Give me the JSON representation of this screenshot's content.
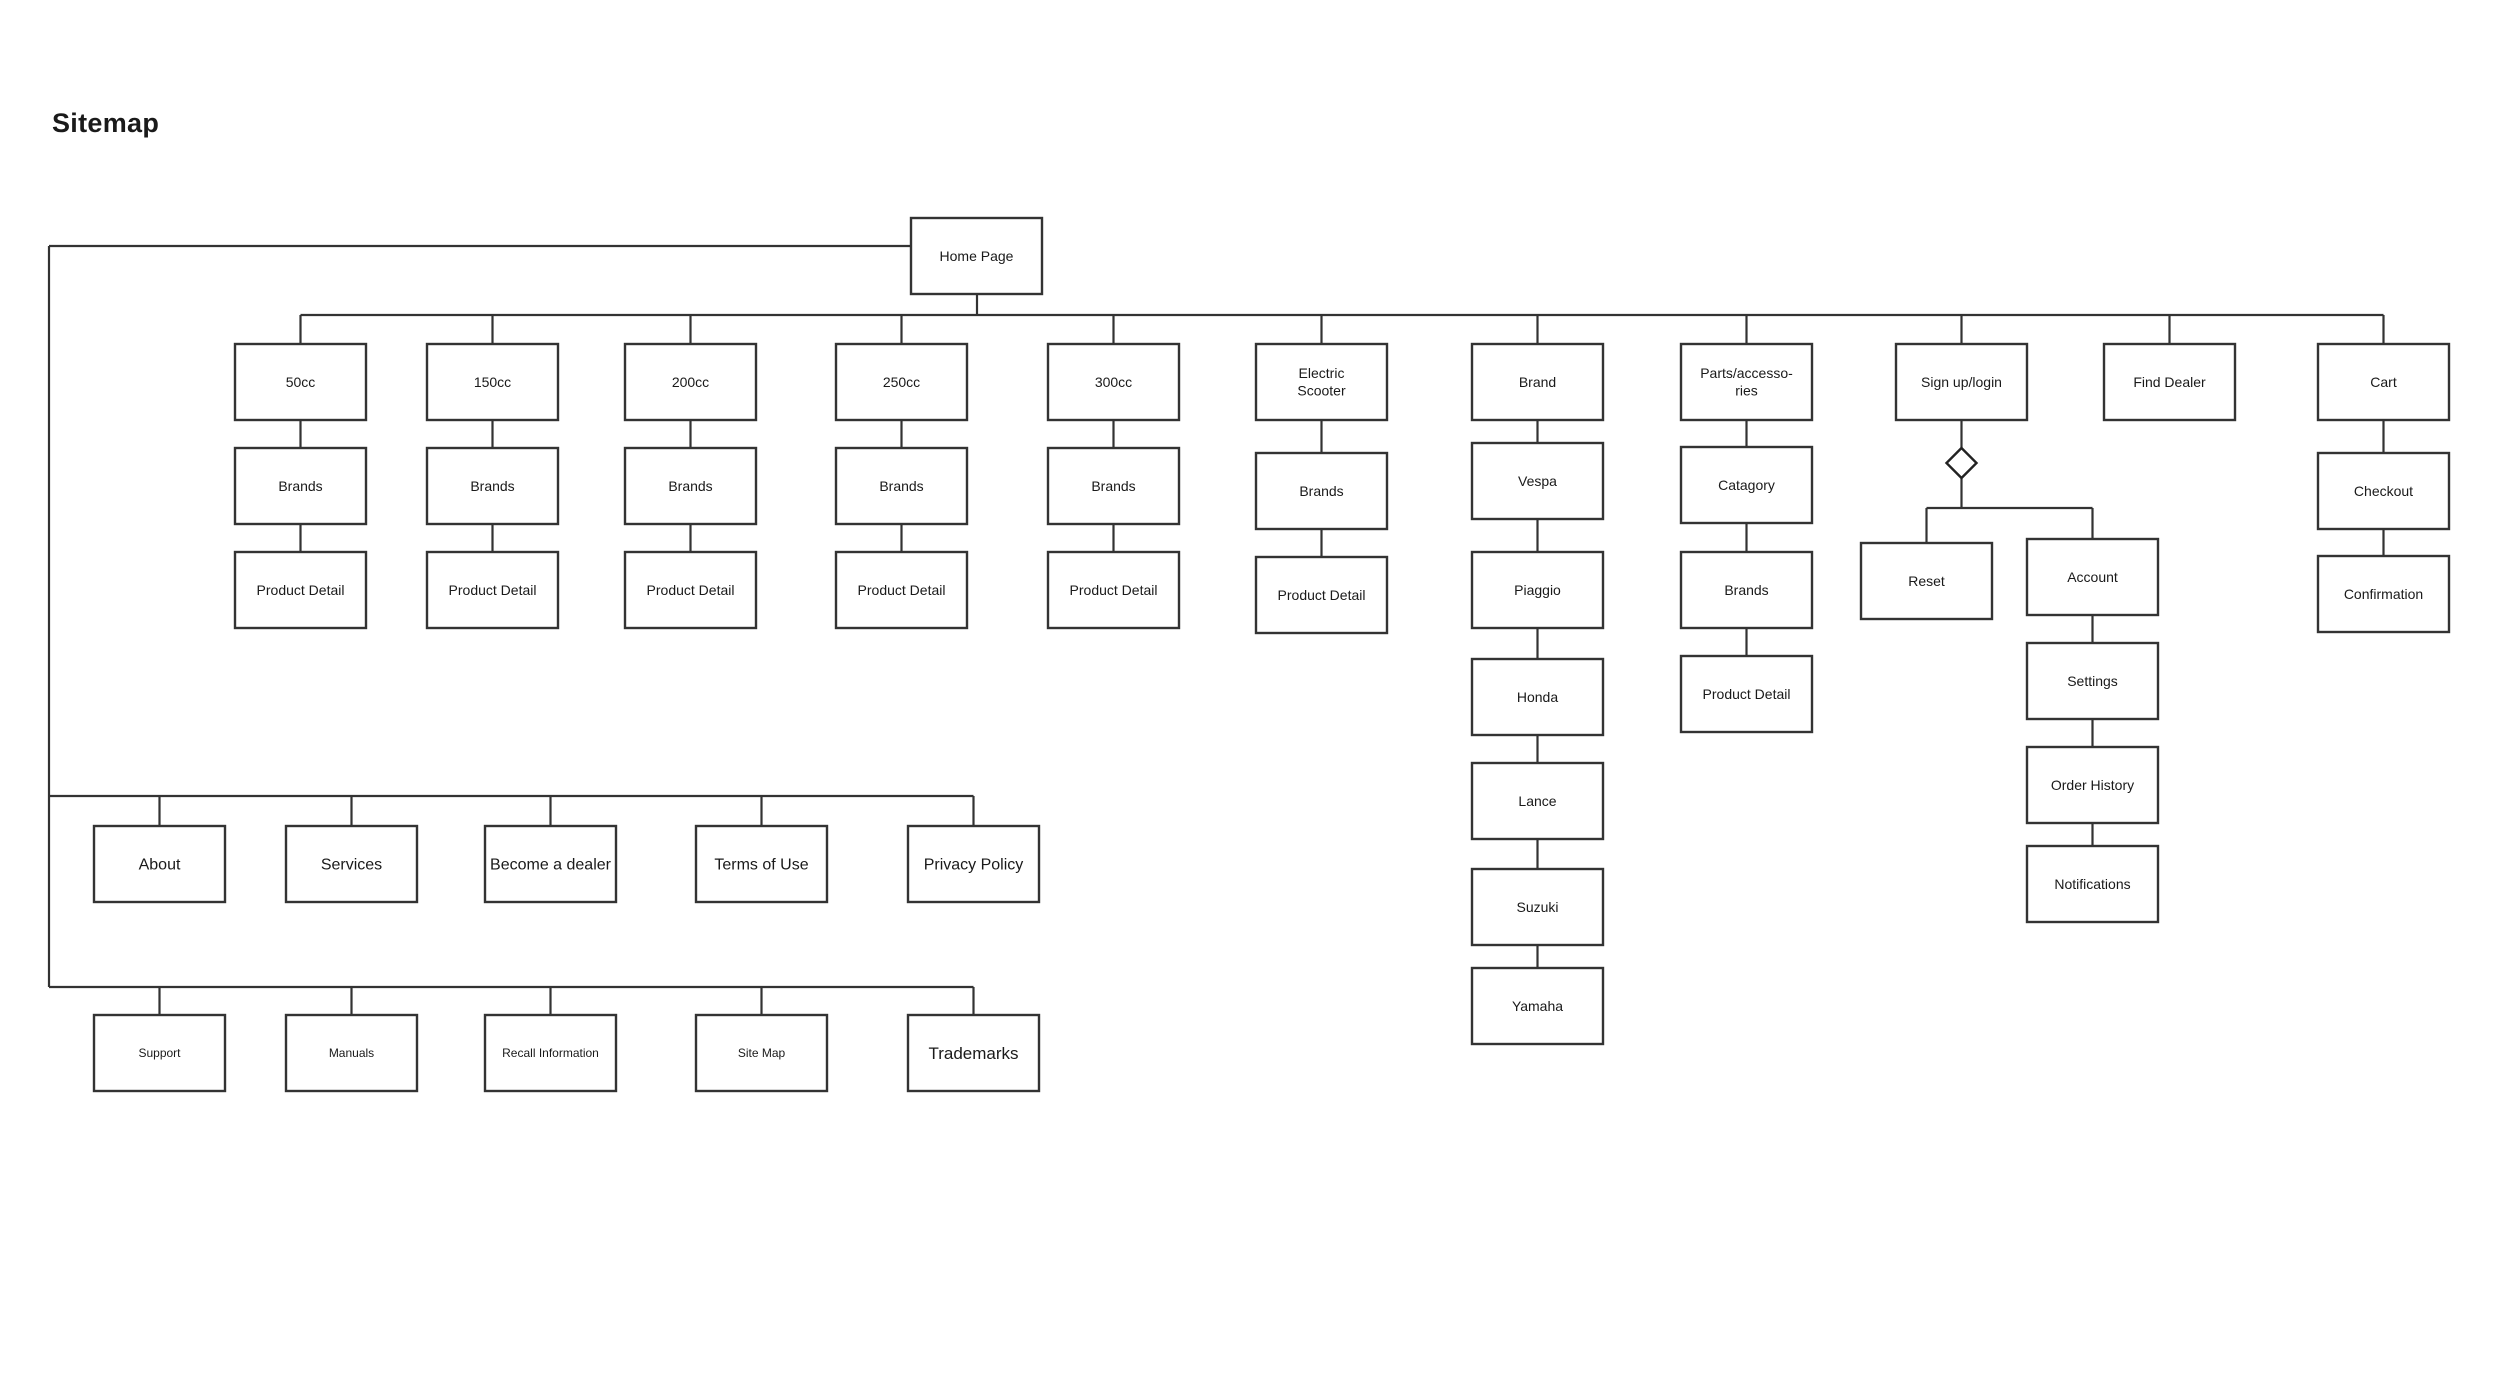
{
  "title": "Sitemap",
  "root": "Home Page",
  "branches": [
    {
      "label": "50cc",
      "children": [
        "Brands",
        "Product Detail"
      ]
    },
    {
      "label": "150cc",
      "children": [
        "Brands",
        "Product Detail"
      ]
    },
    {
      "label": "200cc",
      "children": [
        "Brands",
        "Product Detail"
      ]
    },
    {
      "label": "250cc",
      "children": [
        "Brands",
        "Product Detail"
      ]
    },
    {
      "label": "300cc",
      "children": [
        "Brands",
        "Product Detail"
      ]
    },
    {
      "label": "Electric Scooter",
      "children": [
        "Brands",
        "Product Detail"
      ]
    },
    {
      "label": "Brand",
      "children": [
        "Vespa",
        "Piaggio",
        "Honda",
        "Lance",
        "Suzuki",
        "Yamaha"
      ]
    },
    {
      "label": "Parts/accesso-ries",
      "children": [
        "Catagory",
        "Brands",
        "Product Detail"
      ]
    },
    {
      "label": "Sign up/login",
      "decision": true,
      "options": [
        "Reset",
        "Account"
      ],
      "account_children": [
        "Settings",
        "Order History",
        "Notifications"
      ]
    },
    {
      "label": "Find Dealer",
      "children": []
    },
    {
      "label": "Cart",
      "children": [
        "Checkout",
        "Confirmation"
      ]
    }
  ],
  "footer_row_1": [
    "About",
    "Services",
    "Become a dealer",
    "Terms of Use",
    "Privacy Policy"
  ],
  "footer_row_2": [
    "Support",
    "Manuals",
    "Recall Information",
    "Site Map",
    "Trademarks"
  ],
  "colors": {
    "stroke": "#333333",
    "text": "#1a1a1a",
    "background": "#ffffff"
  }
}
